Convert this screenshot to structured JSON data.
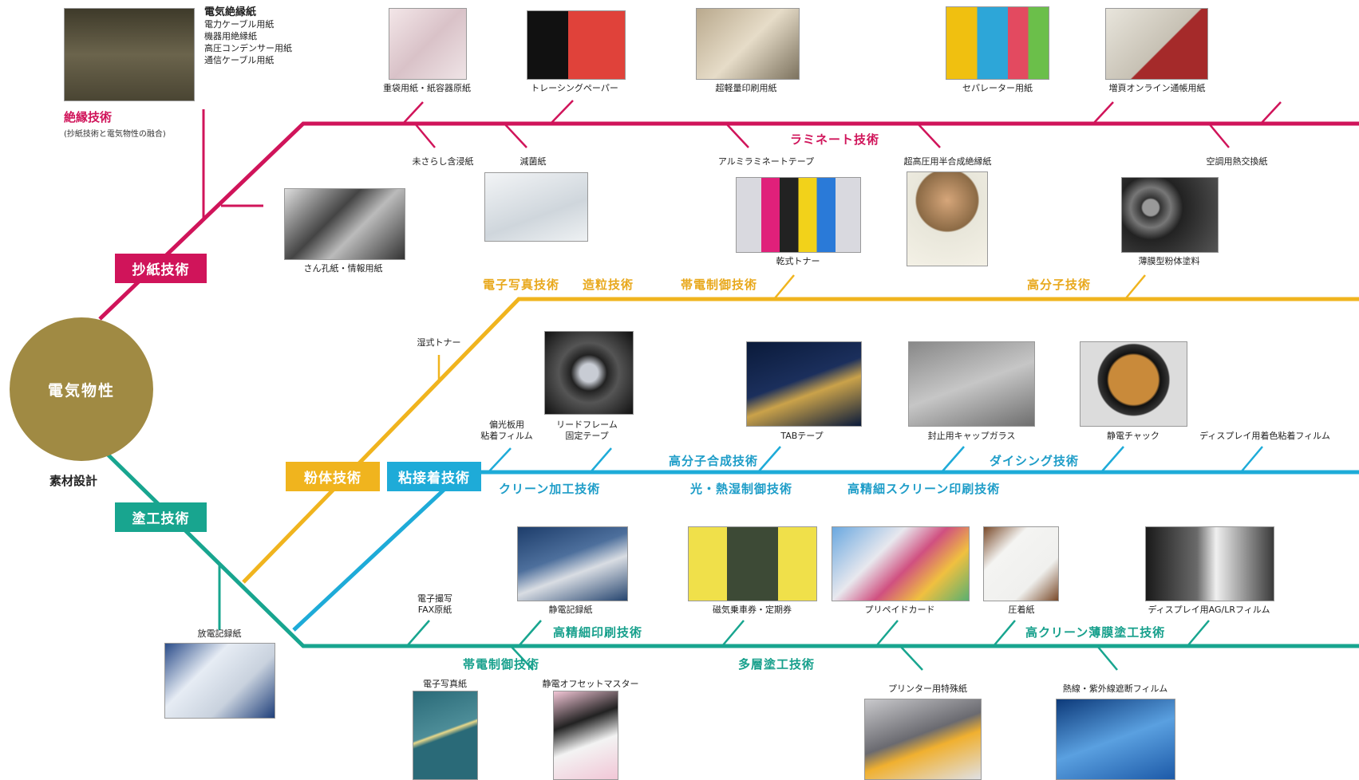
{
  "colors": {
    "red": "#d0145a",
    "yellow": "#f0b41e",
    "cyan": "#1eabd8",
    "green": "#18a58f",
    "hub": "#a08a43"
  },
  "hub": {
    "label": "電気物性",
    "sub": "素材設計"
  },
  "badges": {
    "papermaking": "抄紙技術",
    "powder": "粉体技術",
    "adhesive": "粘接着技術",
    "coating": "塗工技術"
  },
  "insulation": {
    "title": "絶縁技術",
    "subtitle": "(抄紙技術と電気物性の融合)",
    "heading": "電気絶縁紙",
    "items": [
      "電力ケーブル用紙",
      "機器用絶縁紙",
      "高圧コンデンサー用紙",
      "通信ケーブル用紙"
    ]
  },
  "techs": {
    "lamination": "ラミネート技術",
    "electrophoto": "電子写真技術",
    "granulation": "造粒技術",
    "charge_control_y": "帯電制御技術",
    "polymer": "高分子技術",
    "polymer_synth": "高分子合成技術",
    "dicing": "ダイシング技術",
    "clean_process": "クリーン加工技術",
    "light_heat": "光・熱湿制御技術",
    "screen_print": "高精細スクリーン印刷技術",
    "hd_print": "高精細印刷技術",
    "clean_thin": "高クリーン薄膜塗工技術",
    "charge_control_g": "帯電制御技術",
    "multilayer": "多層塗工技術"
  },
  "products": {
    "heavy_bag": "重袋用紙・紙容器原紙",
    "tracing": "トレーシングペーパー",
    "ultralight": "超軽量印刷用紙",
    "separator": "セパレーター用紙",
    "online": "増頁オンライン通帳用紙",
    "unbleached": "未さらし含浸紙",
    "reduced": "減菌紙",
    "alu_tape": "アルミラミネートテープ",
    "hv_insulation": "超高圧用半合成絶縁紙",
    "heat_exchange": "空調用熱交換紙",
    "punched": "さん孔紙・情報用紙",
    "dry_toner": "乾式トナー",
    "thin_powder": "薄膜型粉体塗料",
    "wet_toner": "湿式トナー",
    "polarizer": [
      "偏光板用",
      "粘着フィルム"
    ],
    "leadframe": [
      "リードフレーム",
      "固定テープ"
    ],
    "tab": "TABテープ",
    "cap_glass": "封止用キャップガラス",
    "chuck": "静電チャック",
    "display_color": "ディスプレイ用着色粘着フィルム",
    "discharge": "放電記録紙",
    "fax": [
      "電子撮写",
      "FAX原紙"
    ],
    "electrostatic_rec": "静電記録紙",
    "magnetic": "磁気乗車券・定期券",
    "prepaid": "プリペイドカード",
    "pressure": "圧着紙",
    "display_ag": "ディスプレイ用AG/LRフィルム",
    "ephoto_paper": "電子写真紙",
    "offset_master": "静電オフセットマスター",
    "printer_paper": "プリンター用特殊紙",
    "heat_uv": "熱線・紫外線遮断フィルム"
  }
}
